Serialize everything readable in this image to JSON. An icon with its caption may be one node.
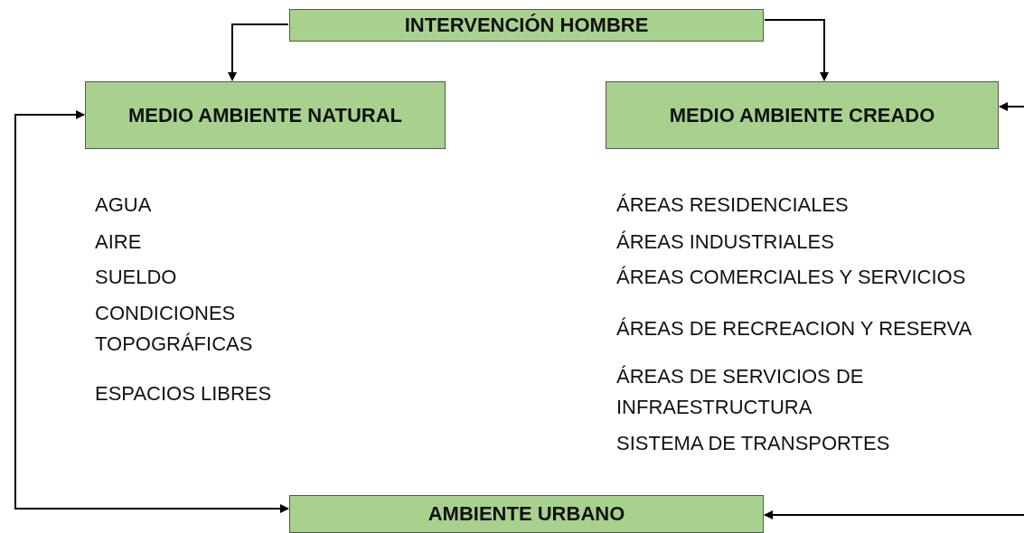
{
  "diagram": {
    "nodes": [
      {
        "text": [
          "INTERVENCIÓN HOMBRE"
        ]
      },
      {
        "text": [
          "MEDIO AMBIENTE NATURAL"
        ],
        "beside": [
          "AGUA",
          "AIRE",
          "SUELDO",
          "CONDICIONES TOPOGRÁFICAS",
          "ESPACIOS LIBRES"
        ]
      },
      {
        "text": [
          "MEDIO AMBIENTE CREADO"
        ],
        "beside": [
          "ÁREAS RESIDENCIALES",
          "ÁREAS INDUSTRIALES",
          "ÁREAS COMERCIALES Y SERVICIOS",
          "ÁREAS DE RECREACION Y RESERVA",
          "ÁREAS DE SERVICIOS DE INFRAESTRUCTURA",
          "SISTEMA DE TRANSPORTES"
        ]
      },
      {
        "text": [
          "AMBIENTE URBANO"
        ]
      }
    ],
    "edges": [
      {
        "from": 0,
        "to": 1,
        "arrow": "to"
      },
      {
        "from": 0,
        "to": 2,
        "arrow": "to"
      },
      {
        "from": 1,
        "to": 3,
        "arrow": "both"
      },
      {
        "from": null,
        "to": 2,
        "arrow": "to"
      },
      {
        "from": null,
        "to": 3,
        "arrow": "to"
      }
    ]
  }
}
